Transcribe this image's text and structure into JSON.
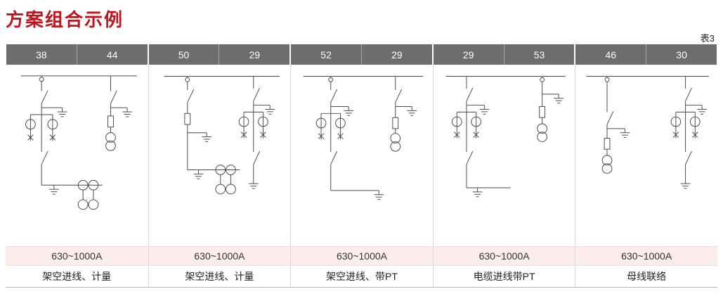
{
  "page": {
    "title": "方案组合示例",
    "table_label": "表3"
  },
  "colors": {
    "title_red": "#c0131c",
    "header_bg": "#6d6d6d",
    "current_row_bg": "#fcedea",
    "diagram_stroke": "#4a4a4a"
  },
  "panels": [
    {
      "header_widths": [
        "38",
        "44"
      ],
      "diagram_icon": "single-line-diagram-overhead-incoming-metering",
      "current_rating": "630~1000A",
      "scheme_label": "架空进线、计量"
    },
    {
      "header_widths": [
        "50",
        "29"
      ],
      "diagram_icon": "single-line-diagram-overhead-incoming-metering",
      "current_rating": "630~1000A",
      "scheme_label": "架空进线、计量"
    },
    {
      "header_widths": [
        "52",
        "29"
      ],
      "diagram_icon": "single-line-diagram-overhead-incoming-pt",
      "current_rating": "630~1000A",
      "scheme_label": "架空进线、带PT"
    },
    {
      "header_widths": [
        "29",
        "53"
      ],
      "diagram_icon": "single-line-diagram-cable-incoming-pt",
      "current_rating": "630~1000A",
      "scheme_label": "电缆进线带PT"
    },
    {
      "header_widths": [
        "46",
        "30"
      ],
      "diagram_icon": "single-line-diagram-bus-tie",
      "current_rating": "630~1000A",
      "scheme_label": "母线联络"
    }
  ]
}
